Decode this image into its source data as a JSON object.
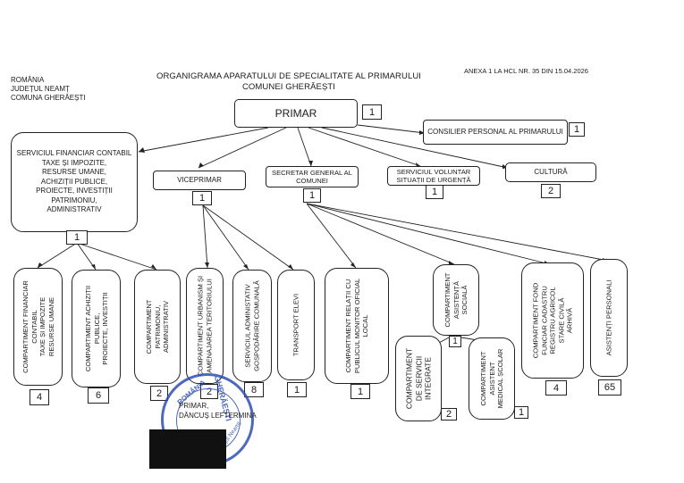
{
  "header": {
    "country": "ROMÂNIA",
    "county": "JUDEȚUL NEAMȚ",
    "commune": "COMUNA GHERĂEȘTI",
    "annex": "ANEXA 1 LA HCL NR. 35 DIN  15.04.2026",
    "title_line1": "ORGANIGRAMA APARATULUI DE SPECIALITATE AL PRIMARULUI",
    "title_line2": "COMUNEI GHERĂEȘTI"
  },
  "boxes": {
    "primar": {
      "label": "PRIMAR",
      "count": "1"
    },
    "consilier": {
      "label": "CONSILIER PERSONAL AL PRIMARULUI",
      "count": "1"
    },
    "serviciu_financiar": {
      "label": "SERVICIUL FINANCIAR CONTABIL\nTAXE ȘI IMPOZITE,\nRESURSE UMANE,\nACHIZIȚII PUBLICE,\nPROIECTE, INVESTIȚII\nPATRIMONIU,\nADMINISTRATIV",
      "count": "1"
    },
    "viceprimar": {
      "label": "VICEPRIMAR",
      "count": "1"
    },
    "secretar": {
      "label": "SECRETAR GENERAL AL COMUNEI",
      "count": "1"
    },
    "voluntar": {
      "label": "SERVICIUL VOLUNTAR SITUAȚII DE URGENȚĂ",
      "count": "1"
    },
    "cultura": {
      "label": "CULTURĂ",
      "count": "2"
    }
  },
  "compartments": [
    {
      "label": "COMPARTIMENT FINANCIAR\nCONTABIL\nTAXE ȘI IMPOZITE\nRESURSE UMANE",
      "count": "4"
    },
    {
      "label": "COMPARTIMENT ACHIZIȚII\nPUBLICE,\nPROIECTE, INVESTIȚII",
      "count": "6"
    },
    {
      "label": "COMPARTIMENT\nPATRIMONIU,\nADMINISTRATIV",
      "count": "2"
    },
    {
      "label": "COMPARTIMENT URBANISM ȘI\nAMENAJAREA TERITORIULUI",
      "count": "2"
    },
    {
      "label": "SERVICIUL ADMINISTATIV\nGOSPODĂRIRE COMUNALĂ",
      "count": "8"
    },
    {
      "label": "TRANSPORT ELEVI",
      "count": "1"
    },
    {
      "label": "COMPARTIMENT RELAȚII CU\nPUBLICUL MONITOR OFICIAL\nLOCAL",
      "count": "1"
    },
    {
      "label": "COMPARTIMENT\nASISTENȚĂ\nSOCIALĂ",
      "count": "1"
    },
    {
      "label": "COMPARTIMENT\nDE SERVICII\nINTEGRATE",
      "count": "2"
    },
    {
      "label": "COMPARTIMENT\nASISTENT\nMEDICAL ȘCOLAR",
      "count": "1"
    },
    {
      "label": "COMPARTIMENT FOND\nFUNCIAR CADASTRU\nREGISTRU AGRICOL\nSTARE CIVILĂ\nARHIVĂ",
      "count": "4"
    },
    {
      "label": "ASISTENȚI PERSONALI",
      "count": "65"
    }
  ],
  "signature": {
    "role": "PRIMAR,",
    "name": "DĂNCUȘ LEFTERMINA"
  },
  "stamp": {
    "text_top": "ROMÂNIA",
    "text_mid": "GHERĂEȘTI",
    "text_side": "Județul Neamț"
  },
  "colors": {
    "line": "#222222",
    "stamp": "#2f4fb3"
  }
}
